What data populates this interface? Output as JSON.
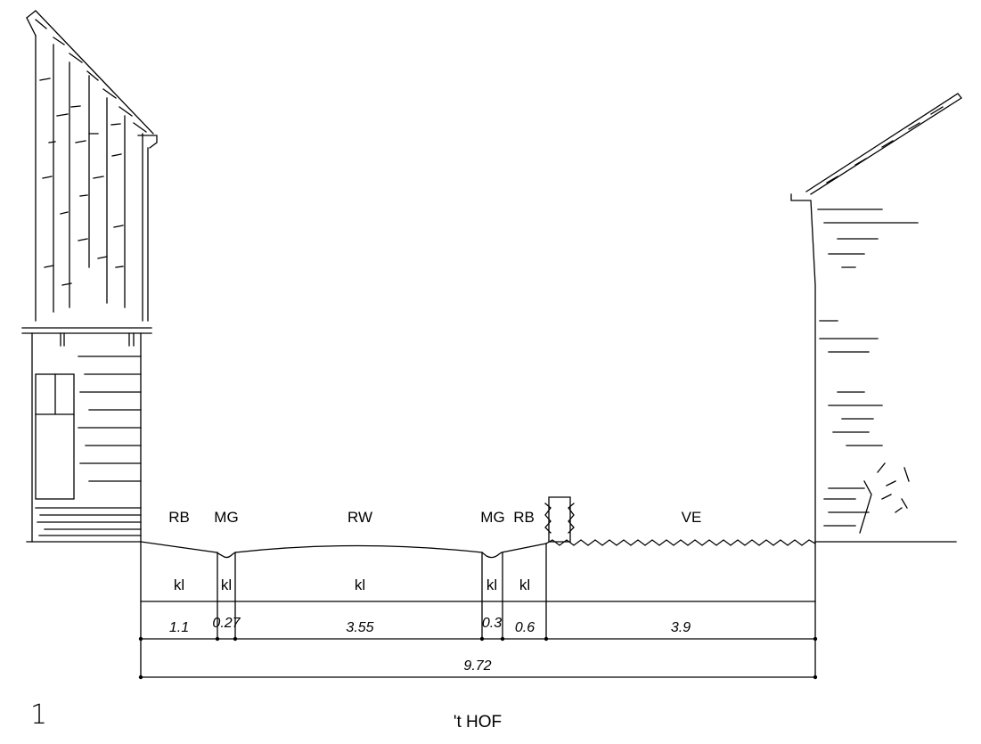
{
  "section_number": "1",
  "street_name": "'t HOF",
  "zones": [
    {
      "code": "RB",
      "material": "kl",
      "width": "1.1"
    },
    {
      "code": "MG",
      "material": "kl",
      "width": "0.27"
    },
    {
      "code": "RW",
      "material": "kl",
      "width": "3.55"
    },
    {
      "code": "MG",
      "material": "kl",
      "width": "0.3"
    },
    {
      "code": "RB",
      "material": "kl",
      "width": "0.6"
    },
    {
      "code": "VE",
      "material": "",
      "width": "3.9"
    }
  ],
  "total_width": "9.72",
  "line_color": "#000000"
}
